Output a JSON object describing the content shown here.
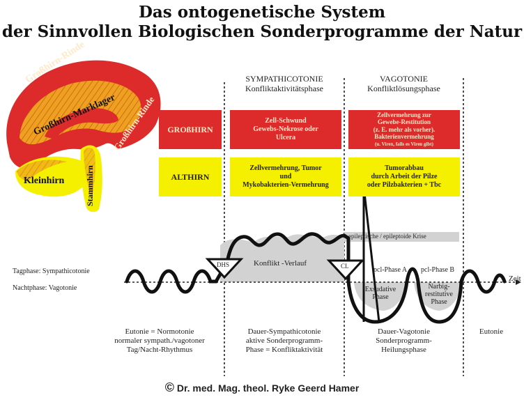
{
  "title": {
    "line1": "Das ontogenetische System",
    "line2": "der Sinnvollen Biologischen Sonderprogramme der Natur"
  },
  "brain": {
    "grosshirn_rinde_top": "Großhirn-Rinde",
    "grosshirn_marklager": "Großhirn-Marklager",
    "grosshirn_rinde_right": "Großhirn-Rinde",
    "kleinhirn": "Kleinhirn",
    "stammhirn": "Stammhirn"
  },
  "phases": {
    "sympathicotonie": {
      "name": "SYMPATHICOTONIE",
      "sub": "Konfliktaktivitätsphase"
    },
    "vagotonie": {
      "name": "VAGOTONIE",
      "sub": "Konfliktlösungsphase"
    }
  },
  "rows": {
    "grosshirn_label": "GROßHIRN",
    "althirn_label": "ALTHIRN"
  },
  "cells": {
    "sym_red": [
      "Zell-Schwund",
      "Gewebs-Nekrose oder",
      "Ulcera"
    ],
    "vag_red": [
      "Zellvermehrung zur",
      "Gewebe-Restitution",
      "(z. E. mehr als vorher).",
      "Bakterienvermehrung",
      "(u. Viren, falls es Viren gibt)"
    ],
    "sym_yellow": [
      "Zellvermehrung, Tumor",
      "und",
      "Mykobakterien-Vermehrung"
    ],
    "vag_yellow": [
      "Tumorabbau",
      "durch Arbeit der Pilze",
      "oder Pilzbakterien + Tbc"
    ]
  },
  "curve": {
    "epileptic": "epileptische / epileptoide Krise",
    "dhs": "DHS",
    "konflikt": "Konflikt -Verlauf",
    "cl": "CL",
    "pcl_a": "pcl-Phase A",
    "pcl_b": "pcl-Phase B",
    "exudative": [
      "Exsudative",
      "Phase"
    ],
    "narbig": [
      "Narbig-",
      "restitutive",
      "Phase"
    ],
    "tagphase": "Tagphase: Sympathicotonie",
    "nachtphase": "Nachtphase: Vagotonie",
    "zeit": "Zeit"
  },
  "bottom": {
    "eutonie_left": [
      "Eutonie = Normotonie",
      "normaler sympath./vagotoner",
      "Tag/Nacht-Rhythmus"
    ],
    "dauer_sym": [
      "Dauer-Sympathicotonie",
      "aktive Sonderprogramm-",
      "Phase = Konfliktaktivität"
    ],
    "dauer_vag": [
      "Dauer-Vagotonie",
      "Sonderprogramm-",
      "Heilungsphase"
    ],
    "eutonie_right": "Eutonie"
  },
  "copyright": {
    "symbol": "©",
    "text": "Dr. med. Mag. theol. Ryke Geerd Hamer"
  },
  "colors": {
    "red": "#dd2a2a",
    "yellow": "#f5ef00",
    "orange": "#f0a020",
    "gray": "#d2d2d2"
  }
}
